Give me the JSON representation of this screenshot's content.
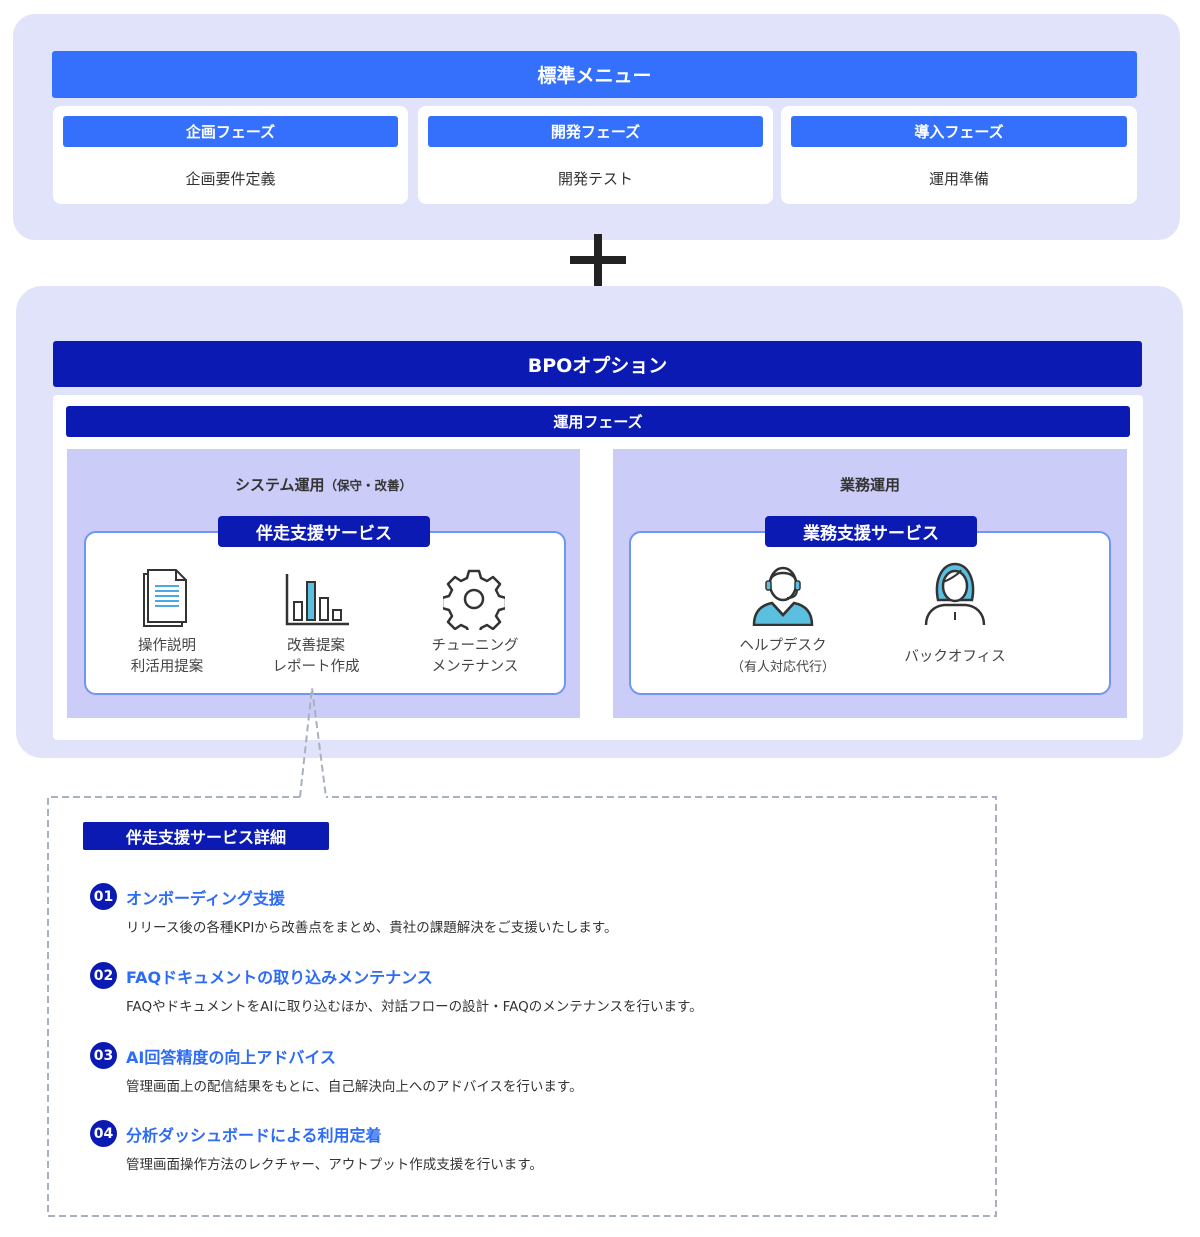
{
  "standard_menu": {
    "title": "標準メニュー",
    "phases": [
      {
        "label": "企画フェーズ",
        "content": "企画要件定義"
      },
      {
        "label": "開発フェーズ",
        "content": "開発テスト"
      },
      {
        "label": "導入フェーズ",
        "content": "運用準備"
      }
    ]
  },
  "plus_symbol": "+",
  "bpo": {
    "title": "BPOオプション",
    "phase": "運用フェーズ",
    "system": {
      "title": "システム運用",
      "title_note": "（保守・改善）",
      "service": "伴走支援サービス",
      "items": [
        {
          "icon": "document-icon",
          "line1": "操作説明",
          "line2": "利活用提案"
        },
        {
          "icon": "bar-chart-icon",
          "line1": "改善提案",
          "line2": "レポート作成"
        },
        {
          "icon": "gear-icon",
          "line1": "チューニング",
          "line2": "メンテナンス"
        }
      ]
    },
    "business": {
      "title": "業務運用",
      "service": "業務支援サービス",
      "items": [
        {
          "icon": "headset-operator-icon",
          "line1": "ヘルプデスク",
          "line2": "（有人対応代行）"
        },
        {
          "icon": "office-worker-icon",
          "line1": "バックオフィス"
        }
      ]
    }
  },
  "details": {
    "title": "伴走支援サービス詳細",
    "items": [
      {
        "num": "01",
        "title": "オンボーディング支援",
        "desc": "リリース後の各種KPIから改善点をまとめ、貴社の課題解決をご支援いたします。"
      },
      {
        "num": "02",
        "title": "FAQドキュメントの取り込みメンテナンス",
        "desc": "FAQやドキュメントをAIに取り込むほか、対話フローの設計・FAQのメンテナンスを行います。"
      },
      {
        "num": "03",
        "title": "AI回答精度の向上アドバイス",
        "desc": "管理画面上の配信結果をもとに、自己解決向上へのアドバイスを行います。"
      },
      {
        "num": "04",
        "title": "分析ダッシュボードによる利用定着",
        "desc": "管理画面操作方法のレクチャー、アウトプット作成支援を行います。"
      }
    ]
  },
  "colors": {
    "blue": "#3470fb",
    "navy": "#0b1ab3",
    "panel": "#e1e3fa",
    "lavender": "#cbcdf8",
    "icon_accent": "#5bc0e0"
  }
}
